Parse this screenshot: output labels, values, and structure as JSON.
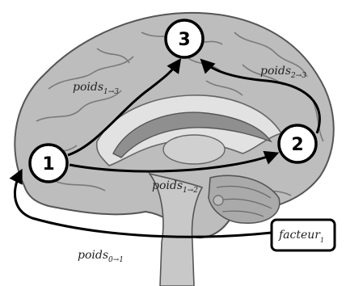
{
  "nodes": {
    "n1": {
      "label": "1"
    },
    "n2": {
      "label": "2"
    },
    "n3": {
      "label": "3"
    }
  },
  "edges": {
    "e01": {
      "label_main": "poids",
      "label_sub": "0→1"
    },
    "e12": {
      "label_main": "poids",
      "label_sub": "1→2"
    },
    "e13": {
      "label_main": "poids",
      "label_sub": "1→3"
    },
    "e23": {
      "label_main": "poids",
      "label_sub": "2→3"
    }
  },
  "input": {
    "label_main": "facteur",
    "label_sub": "1"
  },
  "colors": {
    "stroke": "#000000",
    "node_fill": "#ffffff",
    "brain_dark": "#8f8f8f",
    "brain_light": "#e2e2e2"
  }
}
